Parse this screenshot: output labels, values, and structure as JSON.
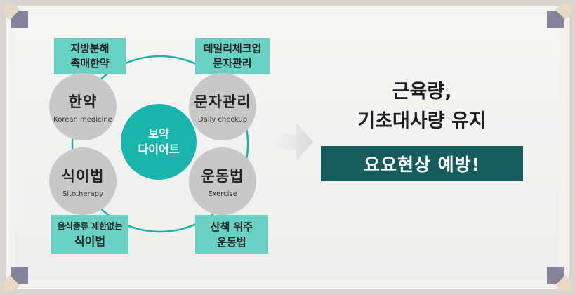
{
  "center": {
    "line1": "보약",
    "line2": "다이어트"
  },
  "nodes": [
    {
      "title": "한약",
      "subtitle": "Korean medicine",
      "tag": [
        "지방분해",
        "촉매한약"
      ]
    },
    {
      "title": "문자관리",
      "subtitle": "Daily checkup",
      "tag": [
        "데일리체크업",
        "문자관리"
      ]
    },
    {
      "title": "식이법",
      "subtitle": "Sitotherapy",
      "tag": [
        "음식종류 제한없는",
        "식이법"
      ]
    },
    {
      "title": "운동법",
      "subtitle": "Exercise",
      "tag": [
        "산책 위주",
        "운동법"
      ]
    }
  ],
  "result": {
    "line1": "근육량,",
    "line2": "기초대사량 유지",
    "banner": "요요현상 예방!"
  },
  "colors": {
    "teal": "#19b5ad",
    "tag": "#69d0c4",
    "banner": "#165c5d",
    "circle": "#c8c8c8"
  }
}
